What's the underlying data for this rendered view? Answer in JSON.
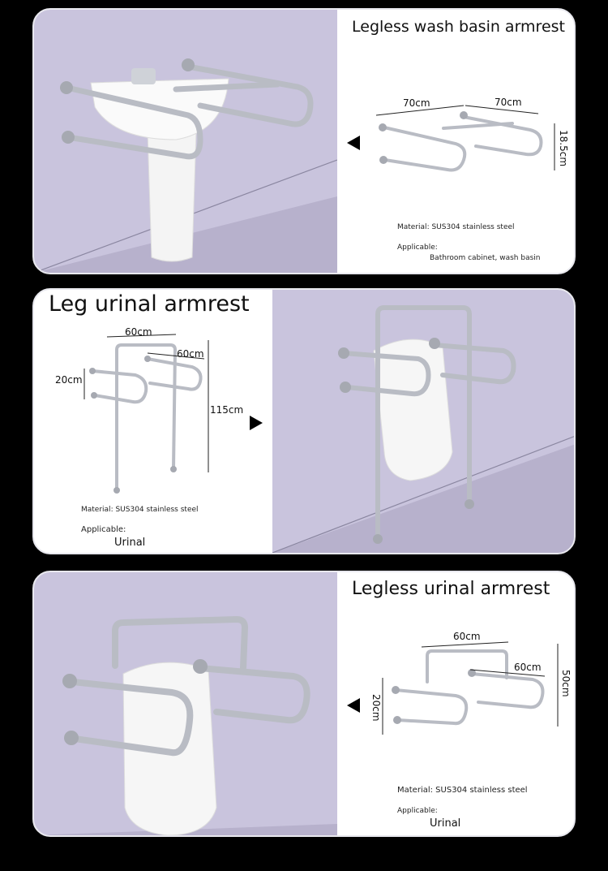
{
  "sections": [
    {
      "title": "Legless wash basin armrest",
      "dims": {
        "width_a": "70cm",
        "width_b": "70cm",
        "height": "18.5cm"
      },
      "material": "Material: SUS304 stainless steel",
      "applicable_label": "Applicable:",
      "applicable_value": "Bathroom cabinet, wash basin"
    },
    {
      "title": "Leg urinal armrest",
      "dims": {
        "width_a": "60cm",
        "width_b": "60cm",
        "rail_gap": "20cm",
        "height": "115cm"
      },
      "material": "Material: SUS304 stainless steel",
      "applicable_label": "Applicable:",
      "applicable_value": "Urinal"
    },
    {
      "title": "Legless urinal armrest",
      "dims": {
        "width_a": "60cm",
        "width_b": "60cm",
        "rail_gap": "20cm",
        "height": "50cm"
      },
      "material": "Material: SUS304 stainless steel",
      "applicable_label": "Applicable:",
      "applicable_value": "Urinal"
    }
  ],
  "colors": {
    "photo_bg": "#c9c4dd",
    "panel_bg": "#ffffff",
    "page_bg": "#000000",
    "steel": "#b9bcc4"
  }
}
